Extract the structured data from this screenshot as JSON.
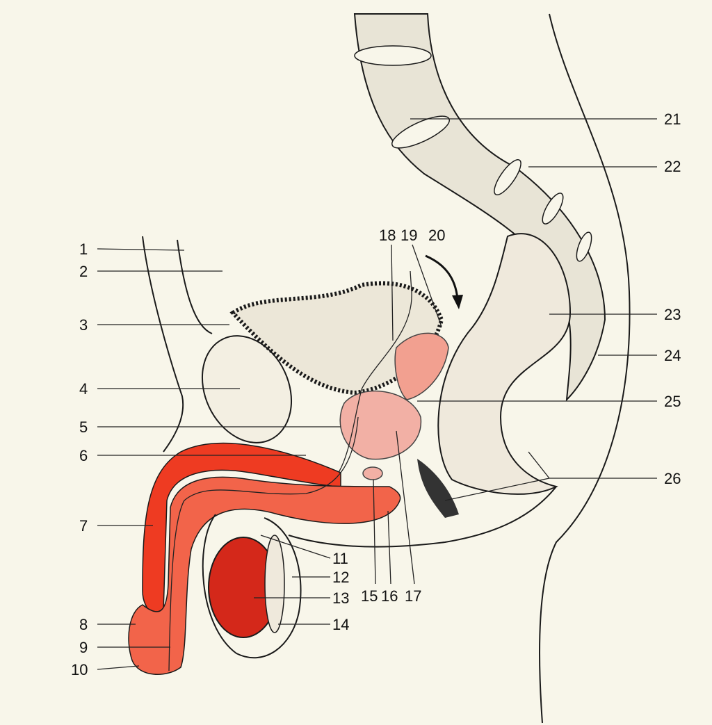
{
  "figure": {
    "labels": [
      "1",
      "2",
      "3",
      "4",
      "5",
      "6",
      "7",
      "8",
      "9",
      "10",
      "11",
      "12",
      "13",
      "14",
      "15",
      "16",
      "17",
      "18",
      "19",
      "20",
      "21",
      "22",
      "23",
      "24",
      "25",
      "26"
    ]
  },
  "colors": {
    "background": "#f8f6ea",
    "erectile_tissue": "#ee3b22",
    "spongy_tissue": "#f2644a",
    "prostate": "#f2b0a5",
    "testis": "#d4281a",
    "bone": "#e8e4d6"
  }
}
